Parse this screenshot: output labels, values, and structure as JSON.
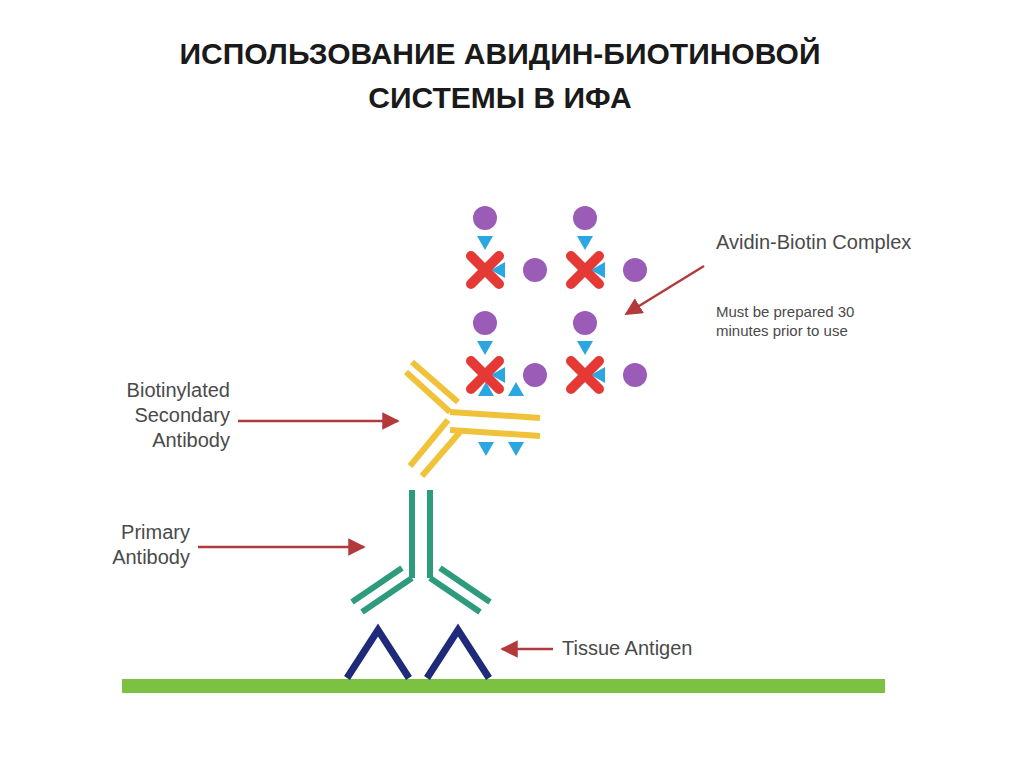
{
  "diagram": {
    "title": "ИСПОЛЬЗОВАНИЕ АВИДИН-БИОТИНОВОЙ СИСТЕМЫ В ИФА",
    "labels": [
      "Avidin-Biotin Complex",
      "Must be prepared 30 minutes prior to use",
      "Biotinylated Secondary Antibody",
      "Primary Antibody",
      "Tissue Antigen"
    ]
  }
}
